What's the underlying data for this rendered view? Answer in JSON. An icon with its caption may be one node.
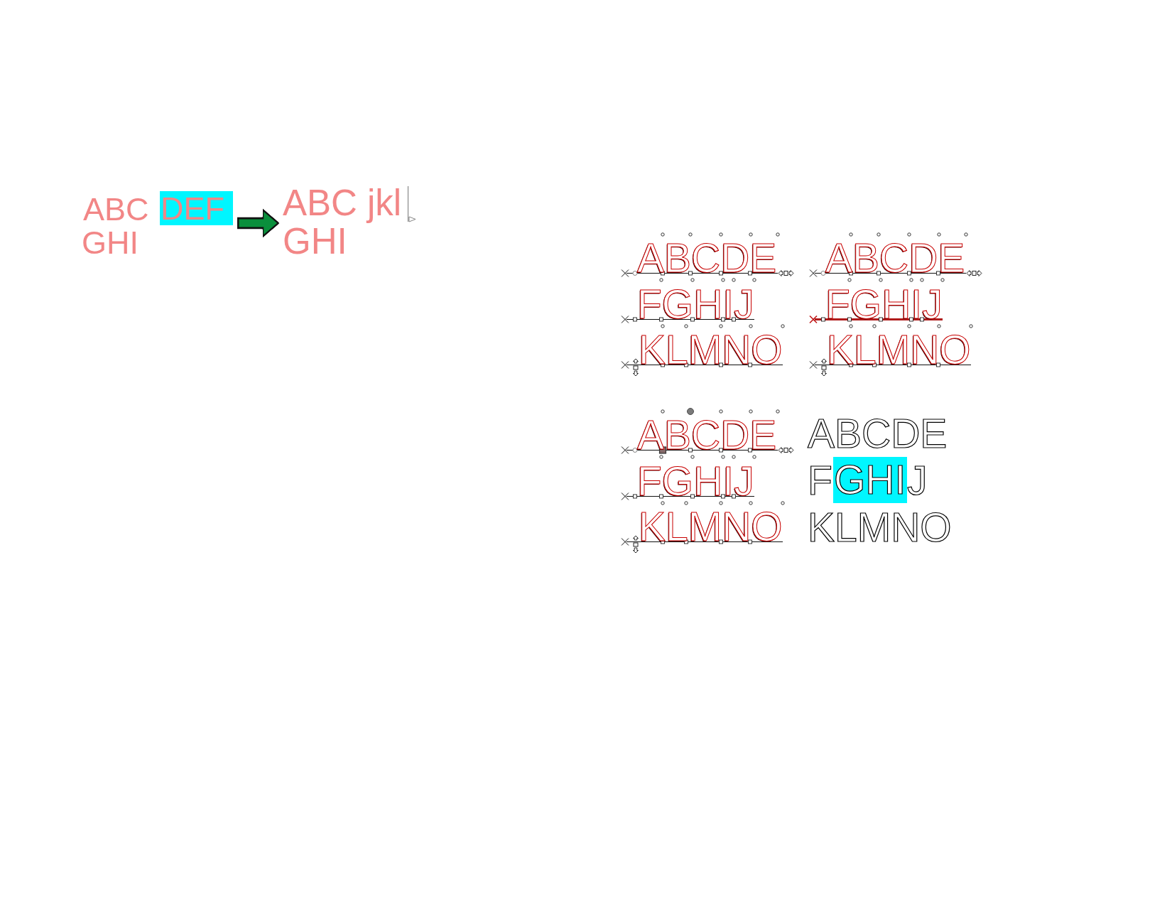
{
  "diagram": {
    "nodes": [
      {
        "text": [
          "ABC",
          "GHI"
        ]
      },
      {
        "text": [
          "DEF"
        ],
        "in": 0
      },
      {
        "text": [
          "ABC jkl GHI"
        ]
      },
      {
        "text": [
          "GHI"
        ]
      }
    ],
    "edges": [
      {
        "from": 0,
        "to": 2,
        "arrow": "to"
      }
    ],
    "labels": [
      "ABCDE",
      "FGHIJ",
      "KLMNO",
      "ABCDE",
      "FGHIJ",
      "KLMNO",
      "ABCDE",
      "FGHIJ",
      "KLMNO",
      "ABCDE",
      "F",
      "J",
      "KLMNO"
    ]
  }
}
